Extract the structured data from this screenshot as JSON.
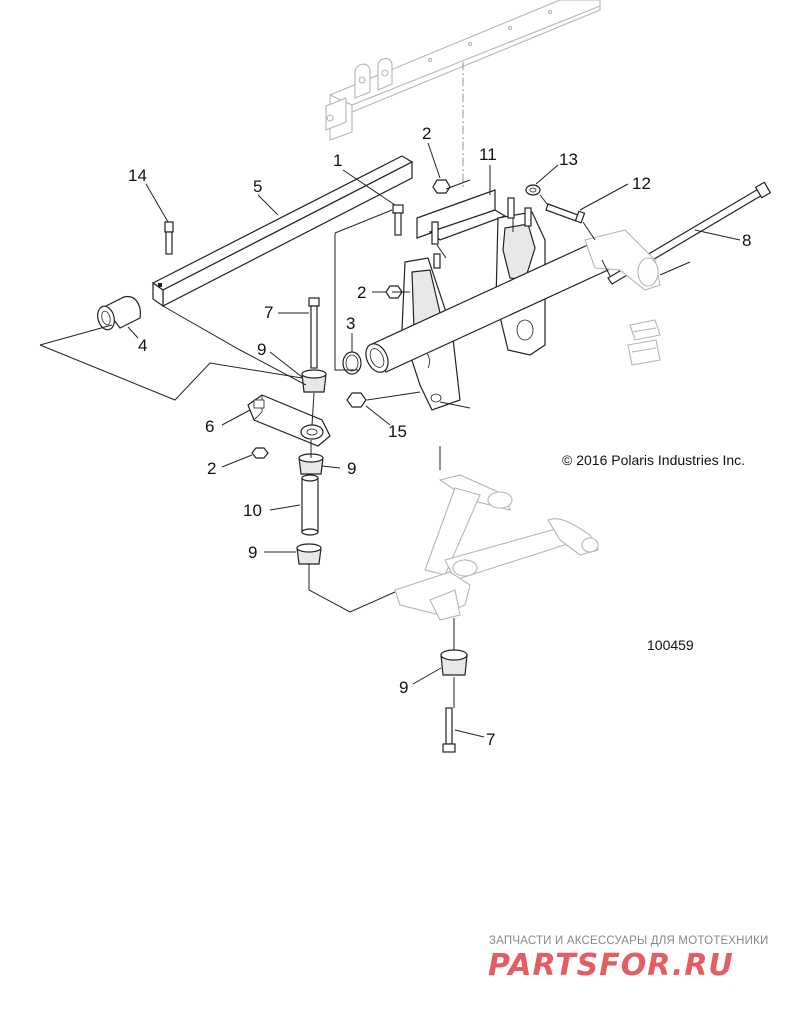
{
  "diagram": {
    "copyright": "© 2016 Polaris Industries Inc.",
    "figure_number": "100459",
    "callouts": [
      {
        "id": "c1",
        "label": "1"
      },
      {
        "id": "c2a",
        "label": "2"
      },
      {
        "id": "c11",
        "label": "11"
      },
      {
        "id": "c13",
        "label": "13"
      },
      {
        "id": "c12",
        "label": "12"
      },
      {
        "id": "c8",
        "label": "8"
      },
      {
        "id": "c14",
        "label": "14"
      },
      {
        "id": "c5",
        "label": "5"
      },
      {
        "id": "c2b",
        "label": "2"
      },
      {
        "id": "c7a",
        "label": "7"
      },
      {
        "id": "c3",
        "label": "3"
      },
      {
        "id": "c4",
        "label": "4"
      },
      {
        "id": "c9a",
        "label": "9"
      },
      {
        "id": "c6",
        "label": "6"
      },
      {
        "id": "c15",
        "label": "15"
      },
      {
        "id": "c2c",
        "label": "2"
      },
      {
        "id": "c9b",
        "label": "9"
      },
      {
        "id": "c10",
        "label": "10"
      },
      {
        "id": "c9c",
        "label": "9"
      },
      {
        "id": "c9d",
        "label": "9"
      },
      {
        "id": "c7b",
        "label": "7"
      }
    ]
  },
  "watermark": {
    "tagline": "ЗАПЧАСТИ И АКСЕССУАРЫ ДЛЯ МОТОТЕХНИКИ",
    "logo": "PARTSFOR.RU"
  }
}
